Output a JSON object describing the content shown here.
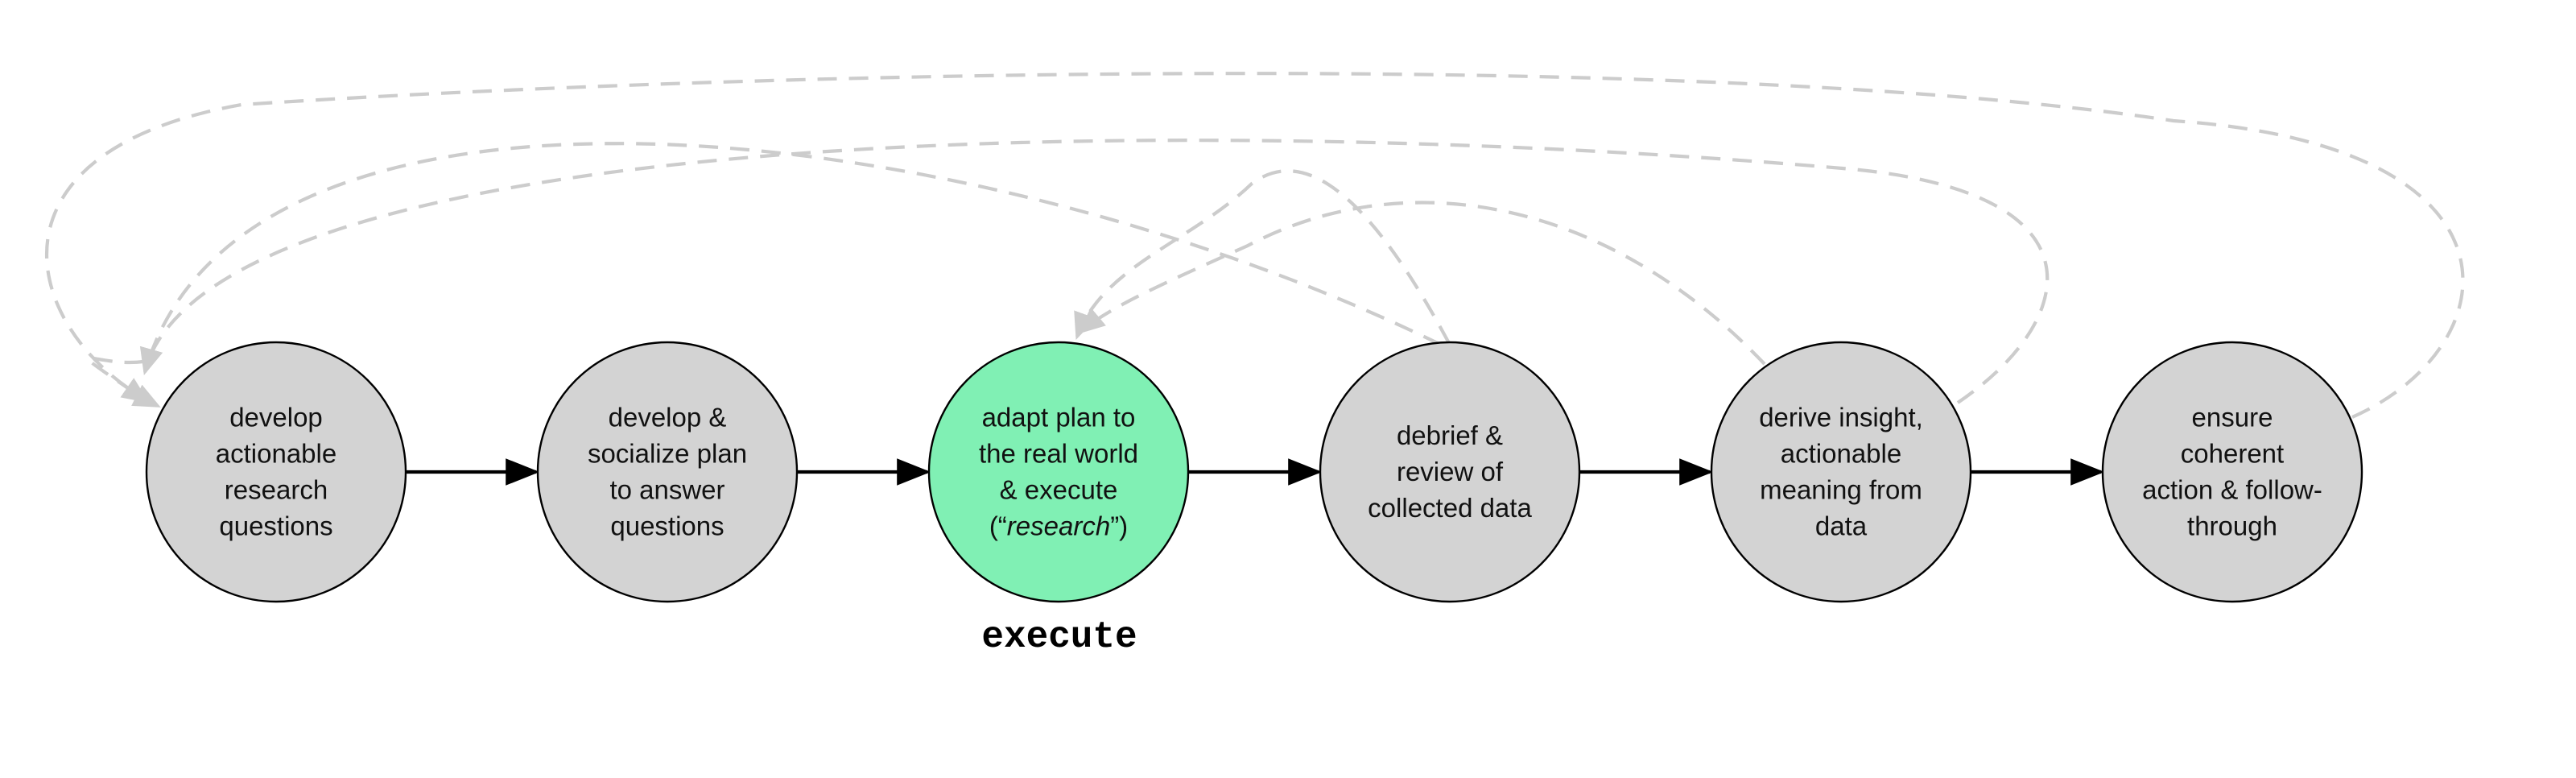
{
  "diagram": {
    "colors": {
      "node_fill": "#d3d3d3",
      "active_fill": "#80f0b4",
      "flow_edge": "#000000",
      "feedback_edge": "#cccccc"
    },
    "nodes": [
      {
        "id": "questions",
        "active": false,
        "lines": [
          [
            "develop"
          ],
          [
            "actionable"
          ],
          [
            "research"
          ],
          [
            "questions"
          ]
        ]
      },
      {
        "id": "plan",
        "active": false,
        "lines": [
          [
            "develop &"
          ],
          [
            "socialize plan"
          ],
          [
            "to answer"
          ],
          [
            "questions"
          ]
        ]
      },
      {
        "id": "execute",
        "active": true,
        "lines": [
          [
            "adapt plan to"
          ],
          [
            "the real world"
          ],
          [
            "& execute"
          ],
          [
            "(“",
            "research",
            "”)"
          ]
        ]
      },
      {
        "id": "debrief",
        "active": false,
        "lines": [
          [
            "debrief &"
          ],
          [
            "review of"
          ],
          [
            "collected data"
          ]
        ]
      },
      {
        "id": "insight",
        "active": false,
        "lines": [
          [
            "derive insight,"
          ],
          [
            "actionable"
          ],
          [
            "meaning from"
          ],
          [
            "data"
          ]
        ]
      },
      {
        "id": "follow-through",
        "active": false,
        "lines": [
          [
            "ensure"
          ],
          [
            "coherent"
          ],
          [
            "action & follow-"
          ],
          [
            "through"
          ]
        ]
      }
    ],
    "flow_edges": [
      {
        "from": "questions",
        "to": "plan"
      },
      {
        "from": "plan",
        "to": "execute"
      },
      {
        "from": "execute",
        "to": "debrief"
      },
      {
        "from": "debrief",
        "to": "insight"
      },
      {
        "from": "insight",
        "to": "follow-through"
      }
    ],
    "feedback_edges": [
      {
        "from": "debrief",
        "to": "questions"
      },
      {
        "from": "debrief",
        "to": "execute"
      },
      {
        "from": "insight",
        "to": "questions"
      },
      {
        "from": "insight",
        "to": "execute"
      },
      {
        "from": "follow-through",
        "to": "questions"
      }
    ],
    "caption": "execute"
  }
}
